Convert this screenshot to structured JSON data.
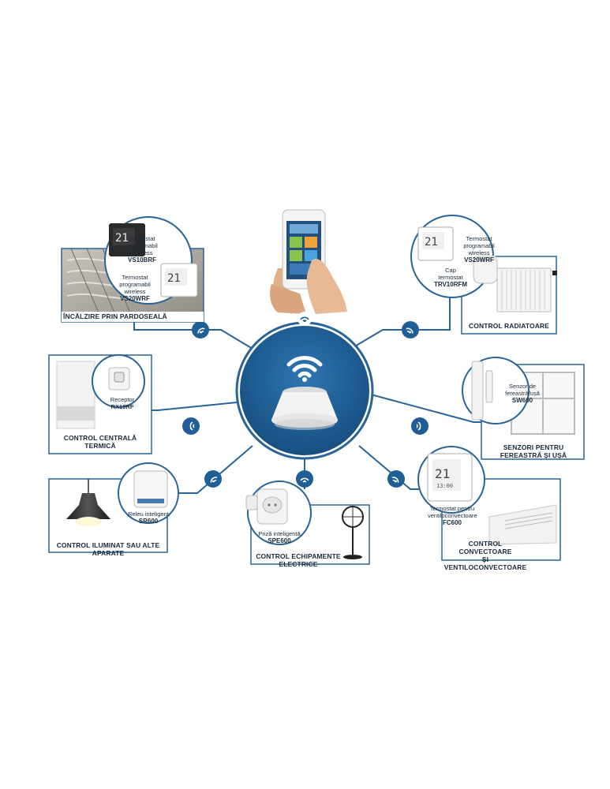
{
  "colors": {
    "hub_blue": "#1f5f96",
    "hub_dark": "#15466f",
    "line_blue": "#2a6497",
    "panel_border": "#2a6497",
    "text": "#1b2a3a"
  },
  "hub": {
    "icon": "wifi-icon"
  },
  "nodes": {
    "floor": {
      "caption": "ÎNCĂLZIRE PRIN PARDOSEALĂ",
      "device1_text": "Termostat programabil wireless",
      "device1_model": "VS10BRF",
      "device2_text": "Termostat programabil wireless",
      "device2_model": "VS20WRF"
    },
    "radiator": {
      "caption": "CONTROL RADIATOARE",
      "device1_text": "Termostat programabil wireless",
      "device1_model": "VS20WRF",
      "device2_text": "Cap termostat",
      "device2_model": "TRV10RFM"
    },
    "boiler": {
      "caption_line1": "CONTROL CENTRALĂ",
      "caption_line2": "TERMICĂ",
      "device_text": "Receptor",
      "device_model": "RX10RF"
    },
    "window": {
      "caption": "SENZORI PENTRU FEREASTRĂ ȘI UȘĂ",
      "device_text": "Senzor de fereastră/ușă",
      "device_model": "SW600"
    },
    "light": {
      "caption": "CONTROL ILUMINAT SAU ALTE APARATE",
      "device_text": "Releu inteligent",
      "device_model": "SR600"
    },
    "plug": {
      "caption": "CONTROL ECHIPAMENTE ELECTRICE",
      "device_text": "Priză inteligentă",
      "device_model": "SPE600"
    },
    "convector": {
      "caption_line1": "CONTROL CONVECTOARE",
      "caption_line2": "ȘI VENTILOCONVECTOARE",
      "device_text": "Termostat pentru ventiloconvectoare",
      "device_model": "FC600"
    }
  },
  "thermostat_display": {
    "big": "21",
    "small": "13:00"
  }
}
